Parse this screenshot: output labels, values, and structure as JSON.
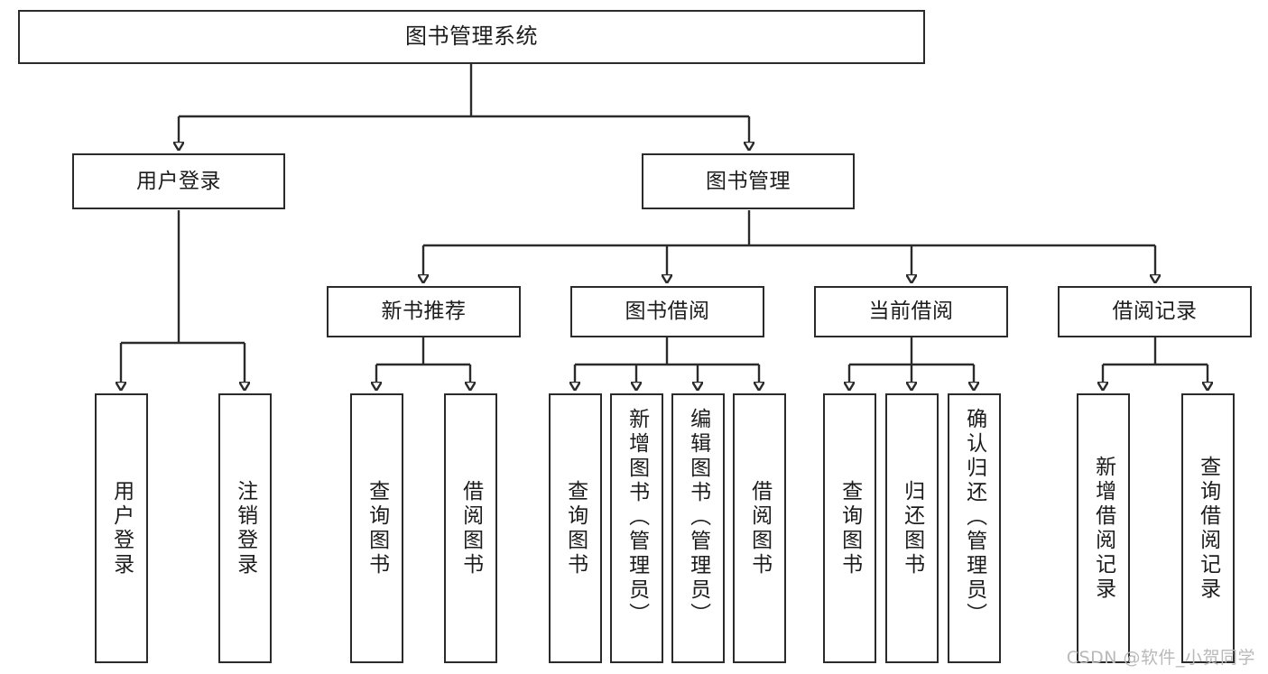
{
  "diagram": {
    "title": "图书管理系统",
    "watermark": "CSDN @软件_小贺同学",
    "stroke_color": "#2b2b2b",
    "text_color": "#1c1c1c",
    "background_color": "#ffffff",
    "watermark_color": "#b9b9b9"
  },
  "root": {
    "label": "图书管理系统"
  },
  "level2": [
    {
      "label": "用户登录"
    },
    {
      "label": "图书管理"
    }
  ],
  "level3": [
    {
      "label": "新书推荐"
    },
    {
      "label": "图书借阅"
    },
    {
      "label": "当前借阅"
    },
    {
      "label": "借阅记录"
    }
  ],
  "leaves": {
    "user_login": [
      {
        "label": "用户登录"
      },
      {
        "label": "注销登录"
      }
    ],
    "new_book_recommend": [
      {
        "label": "查询图书"
      },
      {
        "label": "借阅图书"
      }
    ],
    "book_borrow": [
      {
        "label": "查询图书"
      },
      {
        "label": "新增图书（管理员）"
      },
      {
        "label": "编辑图书（管理员）"
      },
      {
        "label": "借阅图书"
      }
    ],
    "current_borrow": [
      {
        "label": "查询图书"
      },
      {
        "label": "归还图书"
      },
      {
        "label": "确认归还（管理员）"
      }
    ],
    "borrow_record": [
      {
        "label": "新增借阅记录"
      },
      {
        "label": "查询借阅记录"
      }
    ]
  }
}
